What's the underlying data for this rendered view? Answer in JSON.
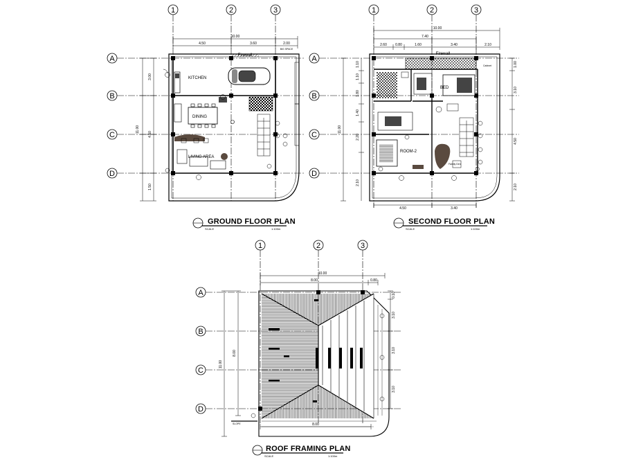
{
  "grid": {
    "columns": [
      "1",
      "2",
      "3"
    ],
    "rows": [
      "A",
      "B",
      "C",
      "D"
    ]
  },
  "ground": {
    "title": "GROUND FLOOR PLAN",
    "scale_label": "SCALE",
    "scale": "1:100m",
    "overall_width": "10.00",
    "spans": [
      "4.50",
      "3.60",
      "2.00"
    ],
    "overall_height": "11.00",
    "row_dims": [
      "3.00",
      "4.50",
      "1.50"
    ],
    "rooms": {
      "kitchen": "KITCHEN",
      "dining": "DINING",
      "living": "LIVING AREA"
    },
    "firewall": "Firewall",
    "note": "BIG SPACE"
  },
  "second": {
    "title": "SECOND FLOOR PLAN",
    "scale_label": "SCALE",
    "scale": "1:100m",
    "overall_width": "10.00",
    "top_dim": "7.40",
    "spans": [
      "2.60",
      "0.80",
      "1.60",
      "3.40",
      "2.10"
    ],
    "right_dims": [
      "1.00",
      "3.10",
      "4.50",
      "2.10"
    ],
    "left_dims": [
      "1.10",
      "1.10",
      "1.80",
      "1.40",
      "2.20",
      "2.10"
    ],
    "overall_height": "11.00",
    "bottom_dims": [
      "4.50",
      "3.40"
    ],
    "rooms": {
      "bed": "BED",
      "room2": "ROOM-2",
      "den": "Family Den"
    },
    "firewall": "Firewall",
    "note": "Cabinet"
  },
  "roof": {
    "title": "ROOF FRAMING PLAN",
    "scale_label": "SCALE",
    "scale": "1:100m",
    "overall_width": "10.00",
    "mid_dims": [
      "8.00",
      "0.80"
    ],
    "right_dims": [
      "0.10",
      "3.10",
      "3.10",
      "3.10"
    ],
    "left_outer": "11.00",
    "left_inner": "8.00",
    "bottom": "8.00",
    "slope_note": "SLOPE"
  },
  "colors": {
    "line": "#000000",
    "paper": "#ffffff",
    "furniture": "#5a4a3f"
  }
}
